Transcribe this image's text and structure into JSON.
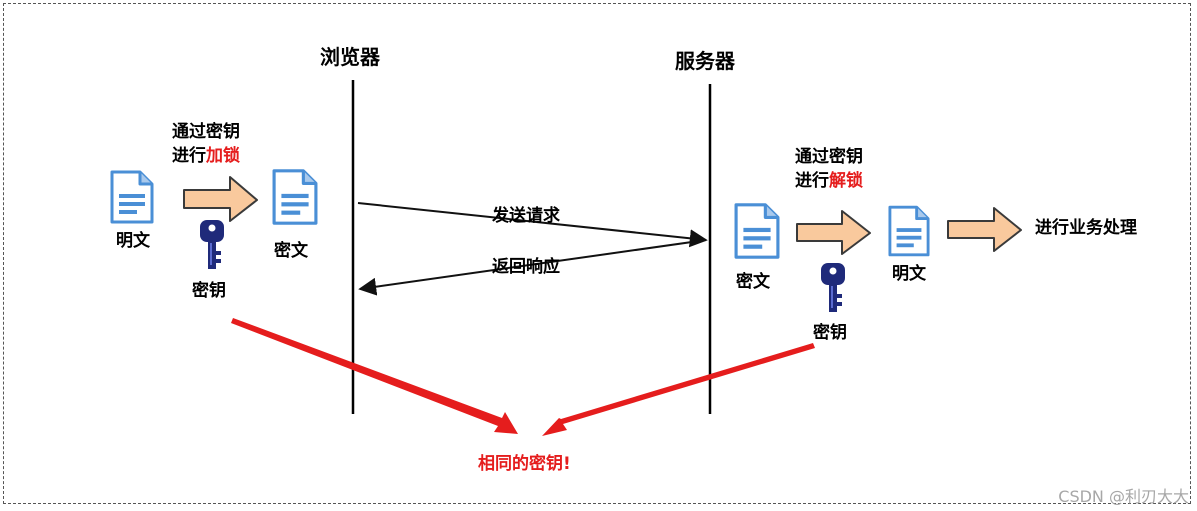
{
  "actors": {
    "browser": "浏览器",
    "server": "服务器"
  },
  "left_side": {
    "plain_label": "明文",
    "step_line1": "通过密钥",
    "step_line2_prefix": "进行",
    "step_line2_action": "加锁",
    "cipher_label": "密文",
    "key_label": "密钥"
  },
  "messages": {
    "request": "发送请求",
    "response": "返回响应"
  },
  "right_side": {
    "cipher_label": "密文",
    "step_line1": "通过密钥",
    "step_line2_prefix": "进行",
    "step_line2_action": "解锁",
    "plain_label": "明文",
    "key_label": "密钥",
    "result": "进行业务处理"
  },
  "conclusion": "相同的密钥!",
  "watermark": "CSDN @利刃大大",
  "colors": {
    "doc_blue": "#4a8fd6",
    "key_navy": "#1f2a7a",
    "arrow_fill": "#f9c99d",
    "arrow_stroke": "#3a3a3a",
    "accent_red": "#e51d1d"
  }
}
